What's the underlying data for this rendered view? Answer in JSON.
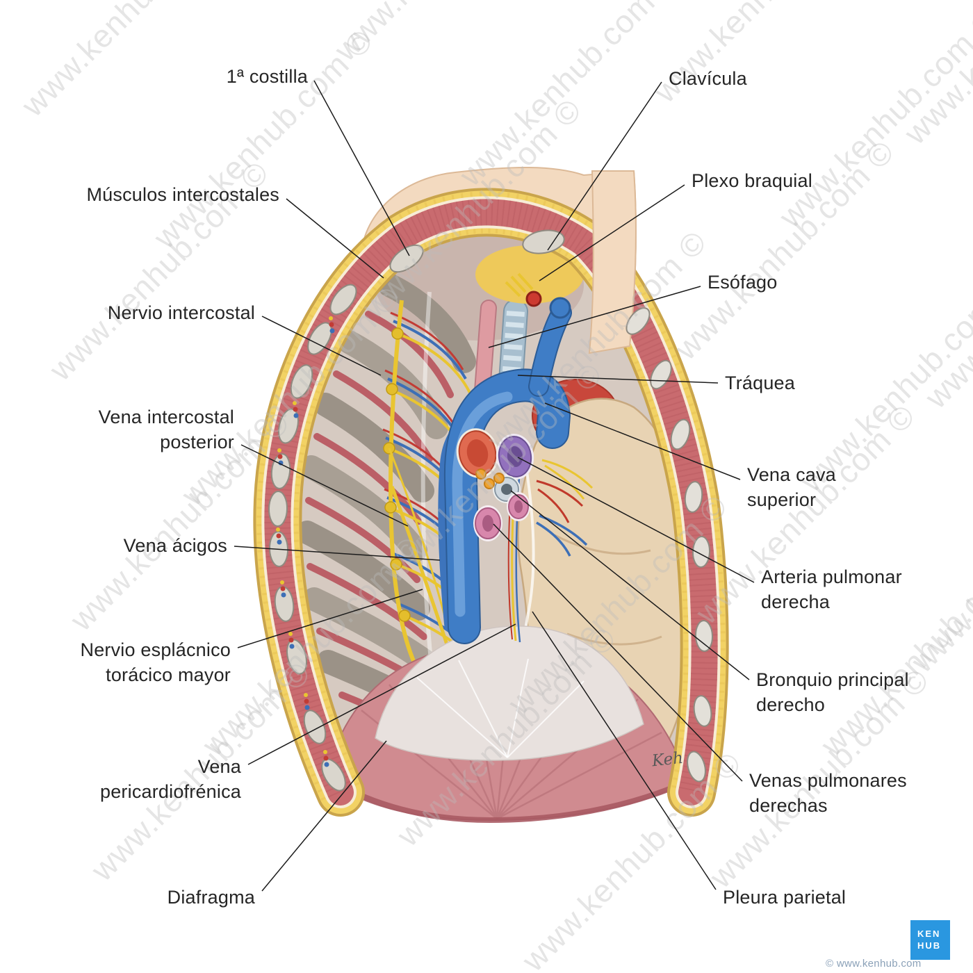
{
  "watermark": {
    "text": "www.kenhub.com ©"
  },
  "branding": {
    "logo_line1": "KEN",
    "logo_line2": "HUB",
    "copyright": "© www.kenhub.com",
    "signature": "Keh"
  },
  "labels": {
    "left": [
      {
        "text": "1ª costilla"
      },
      {
        "text": "Músculos intercostales"
      },
      {
        "text": "Nervio intercostal"
      },
      {
        "text": "Vena intercostal posterior"
      },
      {
        "text": "Vena ácigos"
      },
      {
        "text": "Nervio esplácnico torácico mayor"
      },
      {
        "text": "Vena pericardiofrénica"
      },
      {
        "text": "Diafragma"
      }
    ],
    "right": [
      {
        "text": "Clavícula"
      },
      {
        "text": "Plexo braquial"
      },
      {
        "text": "Esófago"
      },
      {
        "text": "Tráquea"
      },
      {
        "text": "Vena cava superior"
      },
      {
        "text": "Arteria pulmonar derecha"
      },
      {
        "text": "Bronquio principal derecho"
      },
      {
        "text": "Venas pulmonares derechas"
      },
      {
        "text": "Pleura parietal"
      }
    ]
  }
}
